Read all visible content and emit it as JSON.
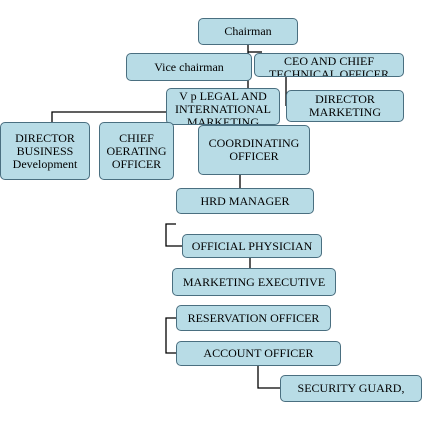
{
  "org_chart": {
    "chairman": "Chairman",
    "vice_chairman": "Vice chairman",
    "ceo": "CEO AND CHIEF\nTECHNICAL OFFICER",
    "vp_legal": "V p LEGAL AND\nINTERNATIONAL\nMARKETING",
    "director_marketing": "DIRECTOR\nMARKETING",
    "director_business": "DIRECTOR\nBUSINESS\nDevelopment",
    "chief_operating": "CHIEF\nOERATING\nOFFICER",
    "coordinating_officer": "COORDINATING\nOFFICER",
    "hrd_manager": "HRD MANAGER",
    "official_physician": "OFFICIAL PHYSICIAN",
    "marketing_executive": "MARKETING EXECUTIVE",
    "reservation_officer": "RESERVATION OFFICER",
    "account_officer": "ACCOUNT OFFICER",
    "security_guard": "SECURITY GUARD,"
  },
  "colors": {
    "box_fill": "#b8dce6",
    "box_border": "#4a6f80",
    "connector": "#000000"
  }
}
